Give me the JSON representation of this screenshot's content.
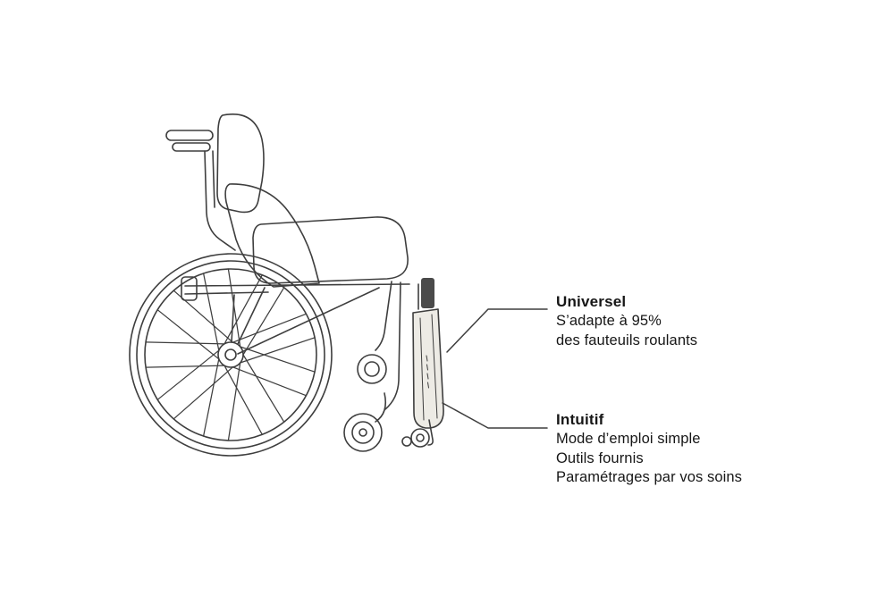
{
  "figure": {
    "subject": "manual wheelchair side view with rear power add-on device",
    "style": "technical line drawing"
  },
  "callouts": [
    {
      "id": "universel",
      "title": "Universel",
      "lines": [
        "S’adapte à 95%",
        "des fauteuils roulants"
      ]
    },
    {
      "id": "intuitif",
      "title": "Intuitif",
      "lines": [
        "Mode d’emploi simple",
        "Outils fournis",
        "Paramétrages par vos soins"
      ]
    }
  ],
  "colors": {
    "background": "#ffffff",
    "line_art": "#3e3e3e",
    "device_fill": "#edebe5",
    "device_bracket": "#4a4a4a",
    "text": "#171717"
  }
}
